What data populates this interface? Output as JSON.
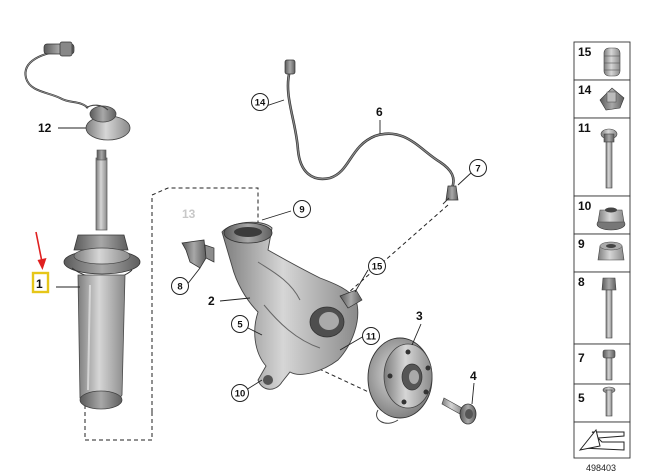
{
  "diagram": {
    "callouts": {
      "strut": "1",
      "knuckle": "2",
      "hub": "3",
      "hub_bolt": "4",
      "circle_5": "5",
      "cable_6": "6",
      "circle_7": "7",
      "circle_8": "8",
      "circle_9": "9",
      "circle_10": "10",
      "circle_11": "11",
      "mount_12": "12",
      "bracket_13": "13",
      "circle_14": "14",
      "circle_15": "15"
    },
    "legend": [
      {
        "number": "15",
        "icon": "bump-stop-icon"
      },
      {
        "number": "14",
        "icon": "clip-icon"
      },
      {
        "number": "11",
        "icon": "flange-bolt-icon"
      },
      {
        "number": "10",
        "icon": "flange-nut-icon"
      },
      {
        "number": "9",
        "icon": "hex-nut-icon"
      },
      {
        "number": "8",
        "icon": "long-bolt-icon"
      },
      {
        "number": "7",
        "icon": "torx-bolt-icon"
      },
      {
        "number": "5",
        "icon": "short-bolt-icon"
      }
    ],
    "catalog_number": "498403",
    "colors": {
      "highlight": "#e6c619",
      "arrow": "#e02020"
    }
  }
}
